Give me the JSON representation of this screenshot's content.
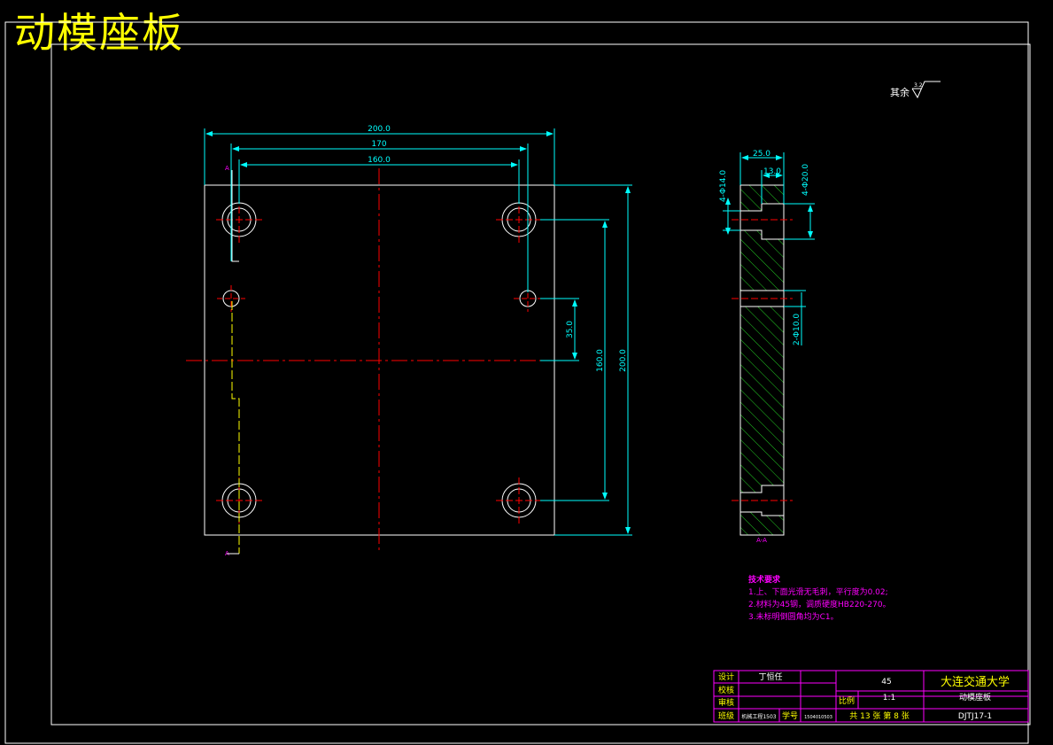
{
  "title": "动模座板",
  "roughness_note": "其余",
  "roughness_value": "3.2",
  "front_view": {
    "dims": {
      "top_overall": "200.0",
      "top_inner": "170",
      "top_bolt": "160.0",
      "right_overall": "200.0",
      "right_bolt": "160.0",
      "right_offset": "35.0"
    },
    "section_mark_top": "A",
    "section_mark_bottom": "A"
  },
  "side_view": {
    "dims": {
      "thickness": "25.0",
      "counterbore_depth": "13.0",
      "hole_small": "4-Φ14.0",
      "hole_large": "4-Φ20.0",
      "hole_pin": "2-Φ10.0"
    },
    "section_label": "A-A"
  },
  "tech_requirements": {
    "heading": "技术要求",
    "items": [
      "1.上、下面光滑无毛刺，平行度为0.02;",
      "2.材料为45钢，调质硬度HB220-270。",
      "3.未标明倒圆角均为C1。"
    ]
  },
  "title_block": {
    "design_label": "设计",
    "designer": "丁恒任",
    "proof_label": "校核",
    "review_label": "审核",
    "class_label": "班级",
    "class_value": "机械工程1503",
    "student_no_label": "学号",
    "student_no": "1504010503",
    "material": "45",
    "school": "大连交通大学",
    "scale_label": "比例",
    "scale": "1:1",
    "part_name": "动模座板",
    "sheet_text": "共 13 张 第 8 张",
    "drawing_no": "DJTJ17-1"
  }
}
